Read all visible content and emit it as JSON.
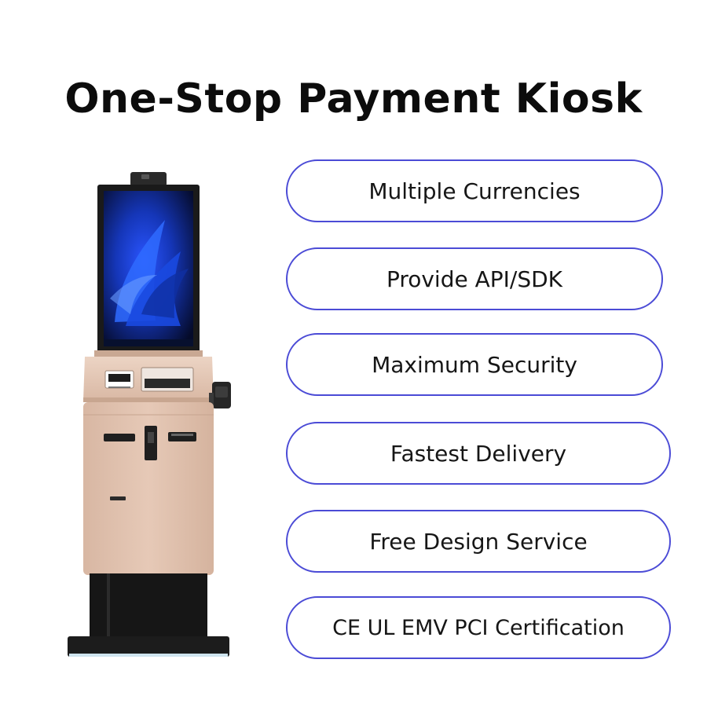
{
  "header": {
    "title": "One-Stop Payment Kiosk"
  },
  "features": [
    {
      "label": "Multiple Currencies"
    },
    {
      "label": "Provide API/SDK"
    },
    {
      "label": "Maximum Security"
    },
    {
      "label": "Fastest Delivery"
    },
    {
      "label": "Free Design Service"
    },
    {
      "label": "CE UL EMV PCI Certification"
    }
  ],
  "colors": {
    "pill_border": "#4b4bd6",
    "kiosk_body": "#e0c1ae",
    "kiosk_base": "#161616",
    "screen_accent": "#1d3fd6"
  }
}
